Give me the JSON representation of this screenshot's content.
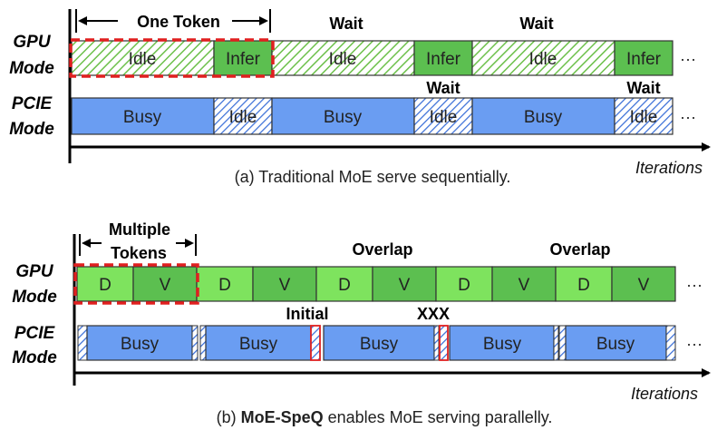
{
  "panel_a": {
    "gpu_label": [
      "GPU",
      "Mode"
    ],
    "pcie_label": [
      "PCIE",
      "Mode"
    ],
    "one_token": "One Token",
    "wait_top": "Wait",
    "wait_pcie": "Wait",
    "gpu_blocks": [
      "Idle",
      "Infer",
      "Idle",
      "Infer",
      "Idle",
      "Infer"
    ],
    "pcie_blocks": [
      "Busy",
      "Idle",
      "Busy",
      "Idle",
      "Busy",
      "Idle"
    ],
    "axis_label": "Iterations",
    "ellipsis": "···",
    "caption": "(a) Traditional MoE serve sequentially."
  },
  "panel_b": {
    "gpu_label": [
      "GPU",
      "Mode"
    ],
    "pcie_label": [
      "PCIE",
      "Mode"
    ],
    "multiple_tokens": [
      "Multiple",
      "Tokens"
    ],
    "overlap": "Overlap",
    "initial": "Initial",
    "xxx": "XXX",
    "gpu_blocks": [
      "D",
      "V",
      "D",
      "V",
      "D",
      "V",
      "D",
      "V",
      "D",
      "V"
    ],
    "pcie_block": "Busy",
    "axis_label": "Iterations",
    "ellipsis": "···",
    "caption_bold": "MoE-SpeQ",
    "caption_prefix": "(b) ",
    "caption_suffix": " enables MoE serving parallelly."
  },
  "colors": {
    "green_light": "#7ee35e",
    "green_dark": "#5cbf50",
    "blue": "#6a9df2",
    "red": "#e02020"
  }
}
